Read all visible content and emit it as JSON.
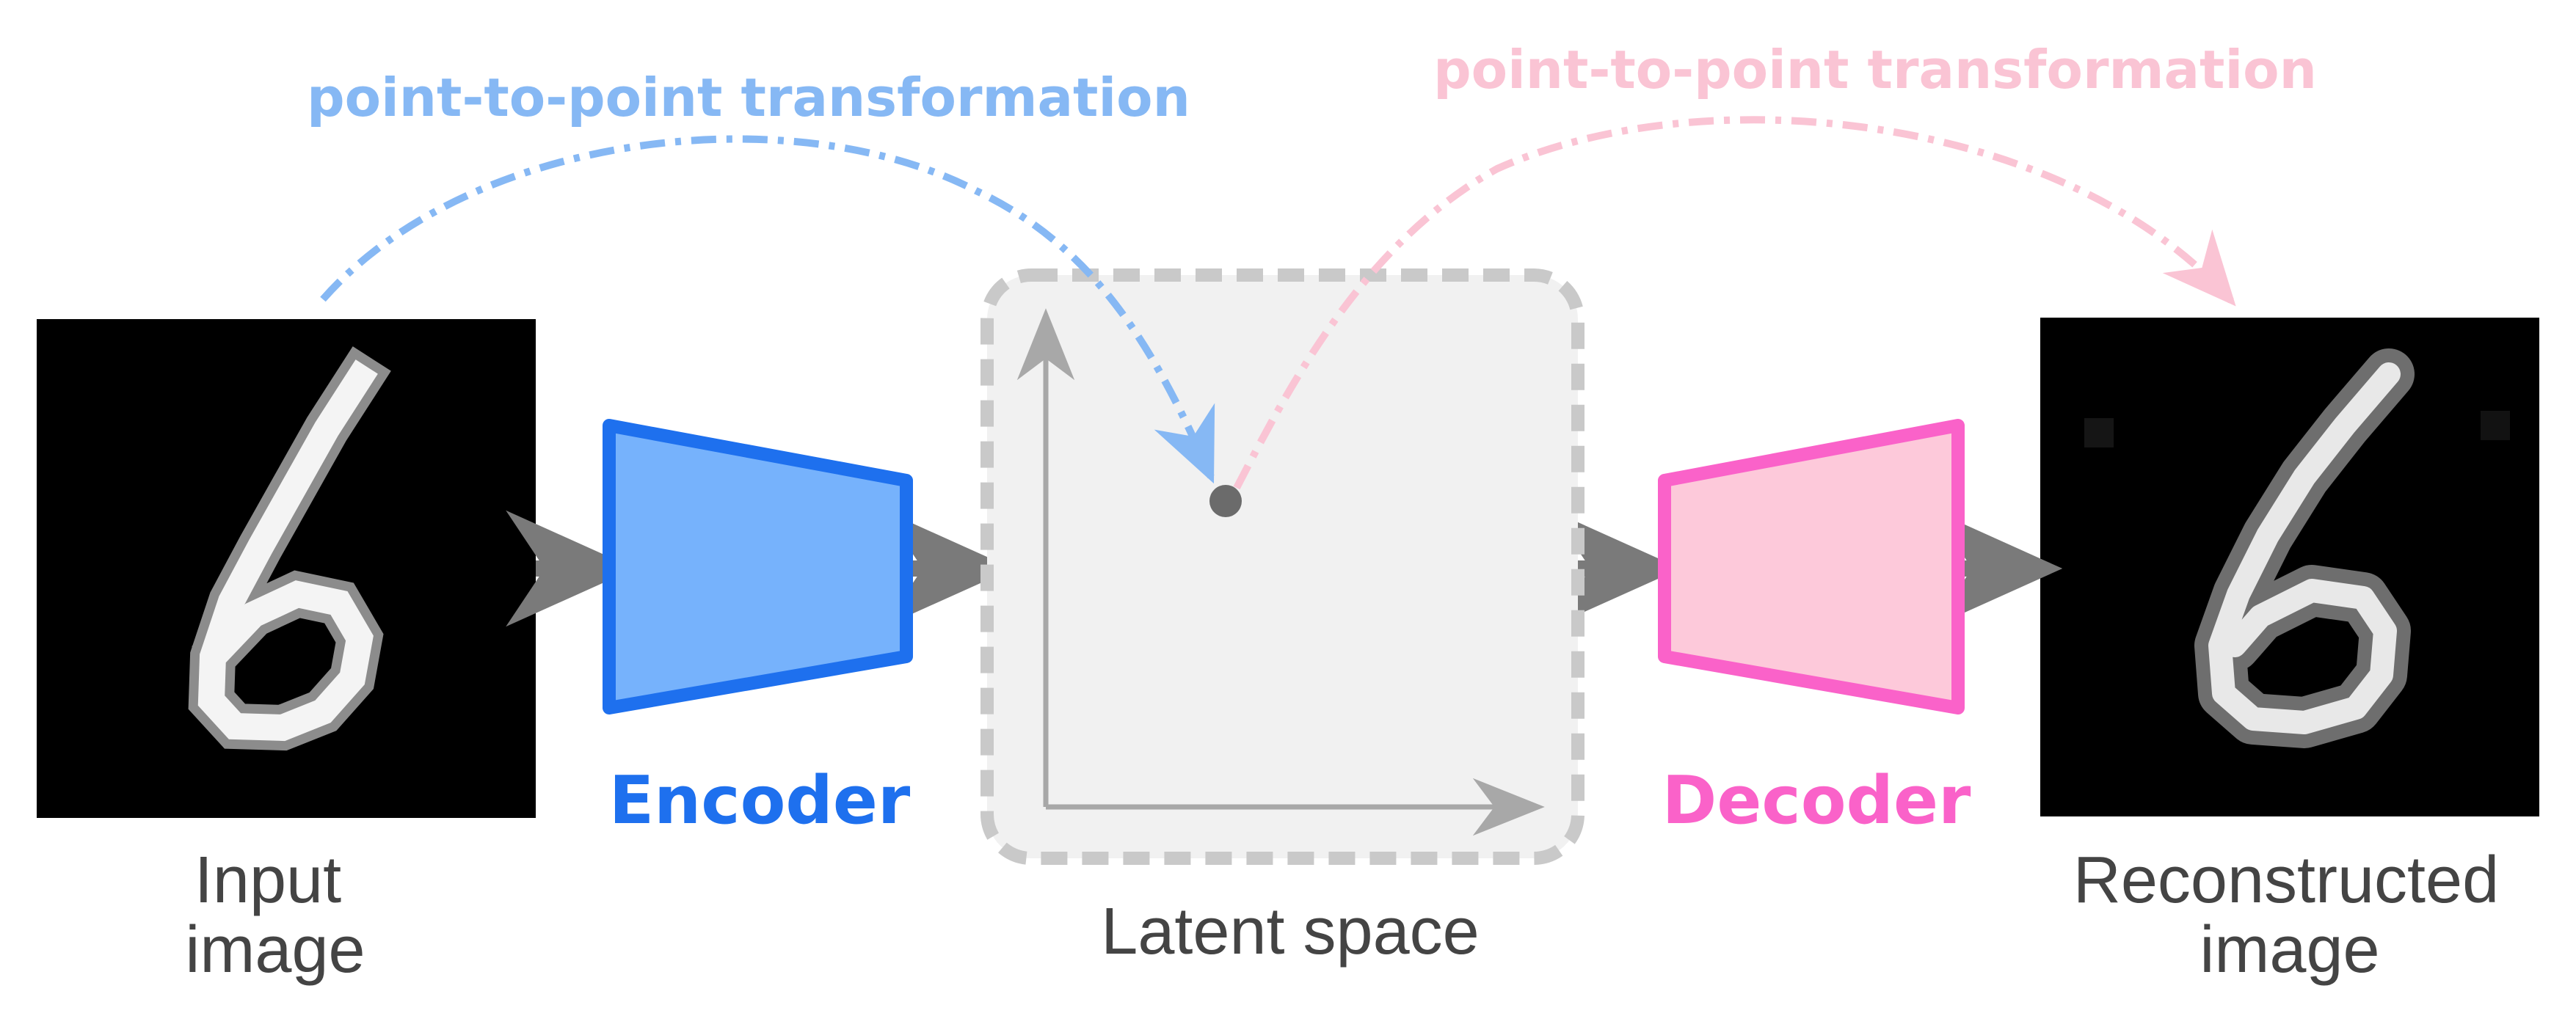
{
  "colors": {
    "encoder_fill": "#76b2fc",
    "encoder_stroke": "#1e70ee",
    "decoder_fill": "#fdc9da",
    "decoder_stroke": "#fa62c9",
    "encoder_text": "#1e70ee",
    "decoder_text": "#fa62c9",
    "transform_blue": "#86b8f4",
    "transform_pink": "#fac4d4",
    "latent_bg": "#f1f1f1",
    "latent_border": "#c9c9c9",
    "axis": "#a8a8a8",
    "arrow": "#7a7a7a",
    "caption_text": "#444444",
    "point": "#6b6b6b"
  },
  "labels": {
    "transform_left": "point-to-point transformation",
    "transform_right": "point-to-point transformation",
    "encoder": "Encoder",
    "decoder": "Decoder",
    "input_line1": "Input",
    "input_line2": "image",
    "latent": "Latent space",
    "output_line1": "Reconstructed",
    "output_line2": "image"
  },
  "images": {
    "input": "digit-6-icon",
    "reconstructed": "digit-6-icon"
  }
}
